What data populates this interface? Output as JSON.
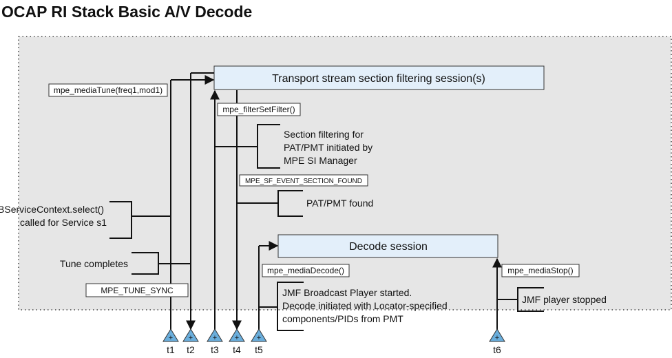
{
  "title": "OCAP RI Stack Basic A/V Decode",
  "sessions": {
    "transport": "Transport stream section filtering session(s)",
    "decode": "Decode session"
  },
  "api_calls": {
    "media_tune": "mpe_mediaTune(freq1,mod1)",
    "filter_set": "mpe_filterSetFilter()",
    "section_found": "MPE_SF_EVENT_SECTION_FOUND",
    "media_decode": "mpe_mediaDecode()",
    "media_stop": "mpe_mediaStop()",
    "tune_sync": "MPE_TUNE_SYNC"
  },
  "notes": {
    "section_filtering": [
      "Section filtering for",
      "PAT/PMT initiated by",
      "MPE SI Manager"
    ],
    "pat_pmt_found": [
      "PAT/PMT found"
    ],
    "service_select": [
      "DVBServiceContext.select()",
      "called for Service s1"
    ],
    "tune_completes": [
      "Tune completes"
    ],
    "jmf_started": [
      "JMF Broadcast Player started.",
      "Decode initiated with Locator-specified",
      "components/PIDs from PMT"
    ],
    "jmf_stopped": [
      "JMF player stopped"
    ]
  },
  "timeline": {
    "markers": [
      "t1",
      "t2",
      "t3",
      "t4",
      "t5",
      "t6"
    ],
    "marker_symbol": "+"
  },
  "colors": {
    "session_fill": "#e3effa",
    "background_region": "#e6e6e6",
    "marker_fill": "#6aaedc"
  }
}
